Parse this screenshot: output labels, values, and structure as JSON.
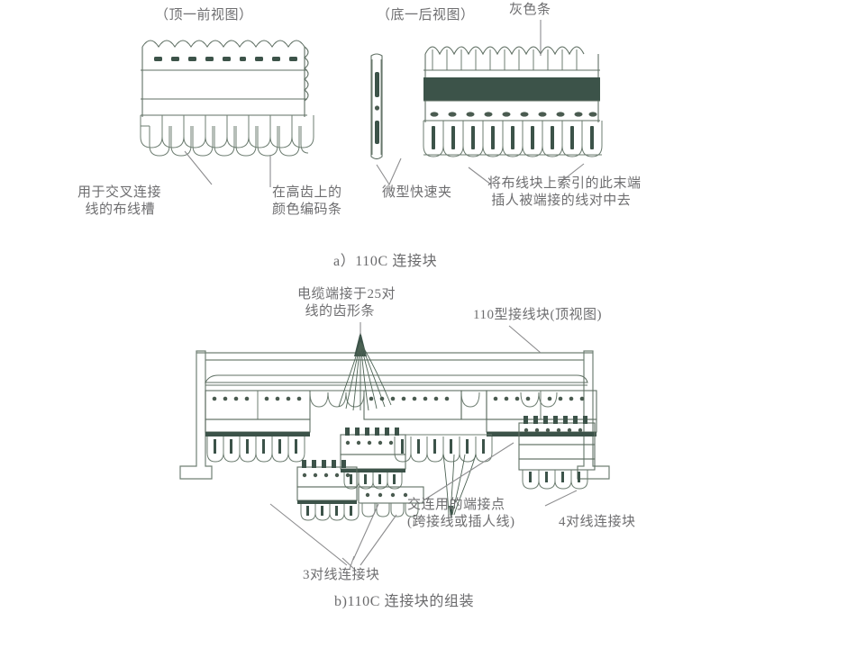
{
  "figure": {
    "type": "technical-line-drawing",
    "subject": "110C connecting block and 110 type wiring block assembly",
    "background_color": "#ffffff",
    "line_color": "#5f6f63",
    "text_color": "#6e6e70",
    "accent_color": "#3c5349"
  },
  "panel_a": {
    "view_top_front": "（顶一前视图）",
    "view_bottom_rear": "（底一后视图）",
    "callout_gray_bar": "灰色条",
    "callout_wiring_trough": "用于交叉连接\n  线的布线槽",
    "callout_color_code": "在高齿上的\n颜色编码条",
    "callout_quick_clip": "微型快速夹",
    "callout_insert": "将布线块上索引的此末端\n 插人被端接的线对中去",
    "caption": "a）110C 连接块"
  },
  "panel_b": {
    "callout_cable_terminate": "电缆端接于25对\n  线的齿形条",
    "callout_block_topview": "110型接线块(顶视图)",
    "callout_cross_connect": "交连用的端接点\n(跨接线或插人线)",
    "callout_4pair": "4对线连接块",
    "callout_3pair": "3对线连接块",
    "caption": "b)110C 连接块的组装"
  }
}
